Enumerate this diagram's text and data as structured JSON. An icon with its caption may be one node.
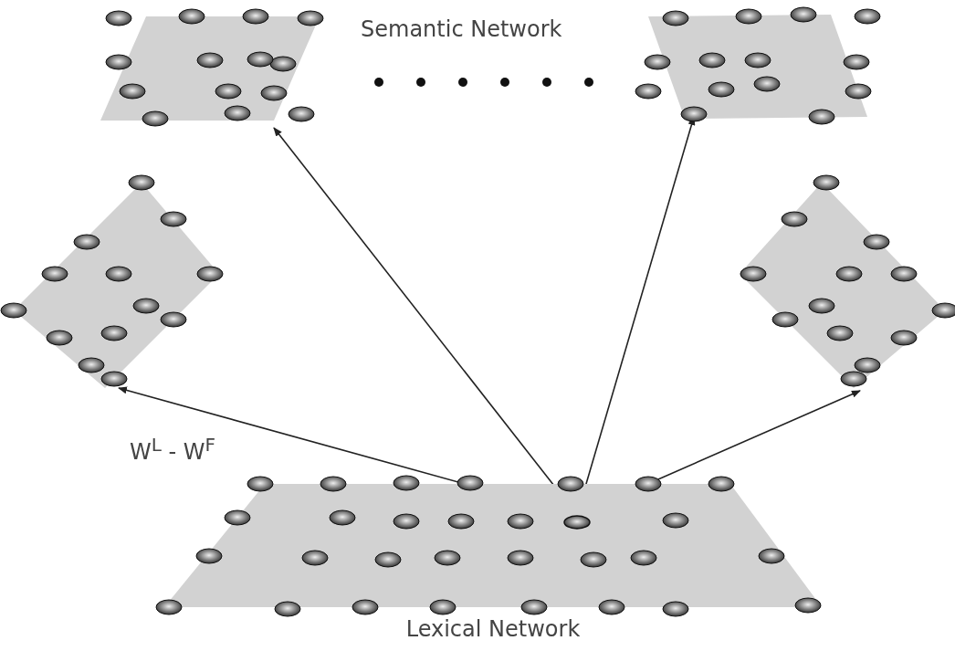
{
  "diagram": {
    "nodes": [
      {
        "text": [],
        "shape": "box"
      },
      {
        "text": [],
        "shape": "box"
      },
      {
        "text": [],
        "shape": "box"
      },
      {
        "text": [],
        "shape": "box"
      },
      {
        "text": [
          "Lexical Network"
        ]
      },
      {
        "text": [],
        "shape": "circle",
        "in": 4
      }
    ],
    "edges": [
      {
        "from": 5,
        "to": 0,
        "arrow": "to"
      },
      {
        "from": 5,
        "to": 1,
        "arrow": "to"
      },
      {
        "from": 5,
        "to": 2,
        "arrow": "to",
        "label": "W$^{L}$ - W$^{F}$"
      },
      {
        "from": 5,
        "to": 3,
        "arrow": "to"
      }
    ],
    "labels": [
      "Semantic Network"
    ]
  }
}
